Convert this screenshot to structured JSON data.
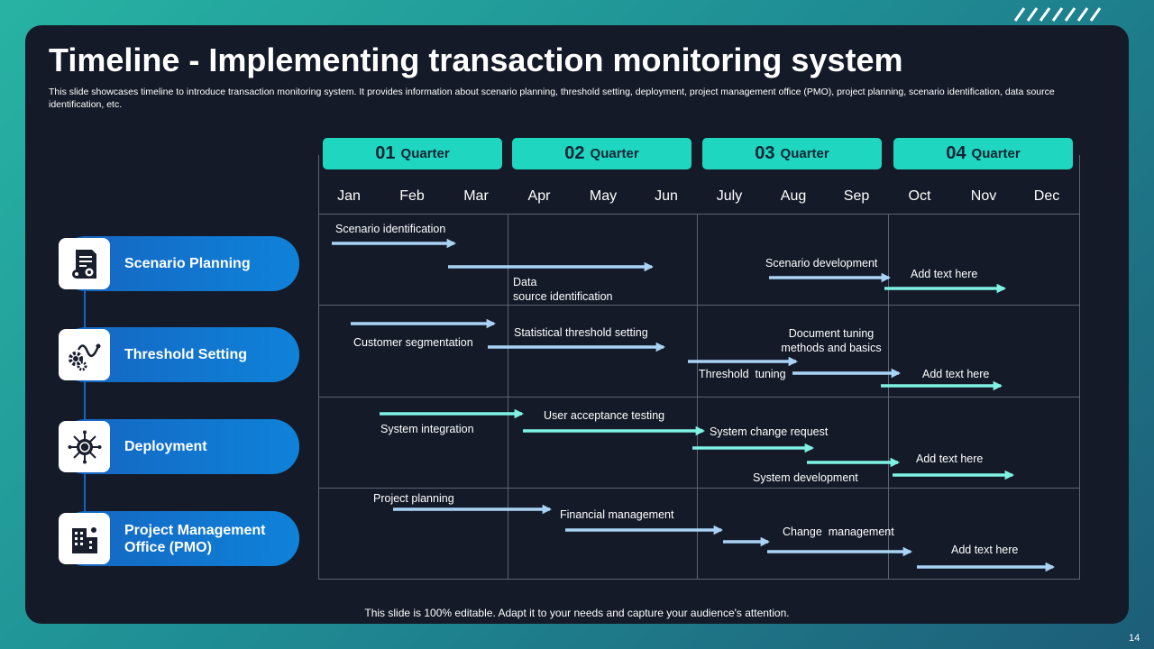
{
  "title": "Timeline - Implementing transaction monitoring system",
  "subtitle": "This slide showcases timeline to introduce transaction monitoring system. It provides information about scenario planning, threshold setting, deployment, project management office (PMO),  project planning, scenario identification, data source identification, etc.",
  "quarters": [
    {
      "num": "01",
      "label": "Quarter"
    },
    {
      "num": "02",
      "label": "Quarter"
    },
    {
      "num": "03",
      "label": "Quarter"
    },
    {
      "num": "04",
      "label": "Quarter"
    }
  ],
  "months": [
    "Jan",
    "Feb",
    "Mar",
    "Apr",
    "May",
    "Jun",
    "July",
    "Aug",
    "Sep",
    "Oct",
    "Nov",
    "Dec"
  ],
  "categories": [
    {
      "label": "Scenario Planning",
      "icon": "document-gear-icon"
    },
    {
      "label": "Threshold Setting",
      "icon": "gears-chart-icon"
    },
    {
      "label": "Deployment",
      "icon": "network-hub-icon"
    },
    {
      "label": "Project Management Office (PMO)",
      "icon": "office-building-icon"
    }
  ],
  "tasks": [
    {
      "row": 0,
      "label": "Scenario identification"
    },
    {
      "row": 0,
      "label": "Data\nsource identification"
    },
    {
      "row": 0,
      "label": "Scenario development"
    },
    {
      "row": 0,
      "label": "Add text here"
    },
    {
      "row": 1,
      "label": "Customer segmentation"
    },
    {
      "row": 1,
      "label": "Statistical threshold setting"
    },
    {
      "row": 1,
      "label": "Document tuning\nmethods and basics"
    },
    {
      "row": 1,
      "label": "Threshold  tuning"
    },
    {
      "row": 1,
      "label": "Add text here"
    },
    {
      "row": 2,
      "label": "System integration"
    },
    {
      "row": 2,
      "label": "User acceptance testing"
    },
    {
      "row": 2,
      "label": "System change request"
    },
    {
      "row": 2,
      "label": "System development"
    },
    {
      "row": 2,
      "label": "Add text here"
    },
    {
      "row": 3,
      "label": "Project planning"
    },
    {
      "row": 3,
      "label": "Financial management"
    },
    {
      "row": 3,
      "label": "Change  management"
    },
    {
      "row": 3,
      "label": "Add text here"
    }
  ],
  "footer": "This slide is 100% editable. Adapt it to your needs and capture your audience's attention.",
  "page_number": "14",
  "colors": {
    "panel": "#141a28",
    "quarter_fill": "#1fd6c0",
    "category_blue": "#1565c0",
    "arrow_teal": "#7ff2e3",
    "arrow_blue": "#a9d3f5"
  }
}
